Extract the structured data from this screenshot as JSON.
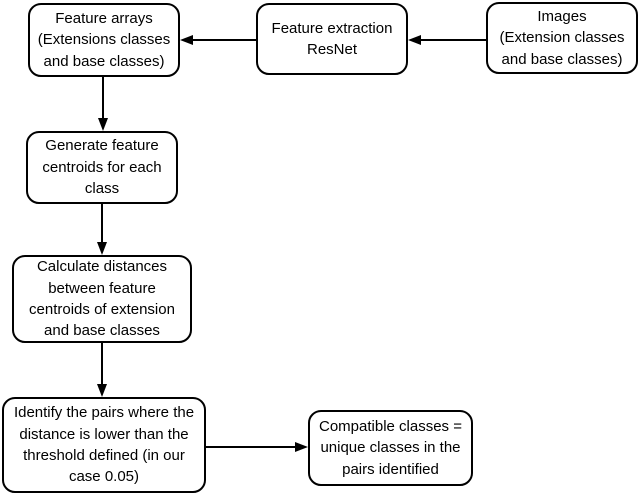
{
  "diagram": {
    "type": "flowchart",
    "colors": {
      "background": "#ffffff",
      "node_fill": "#ffffff",
      "stroke": "#000000",
      "text": "#000000"
    },
    "nodes": [
      {
        "id": "feature-arrays",
        "label": "Feature arrays\n(Extensions classes\nand base classes)"
      },
      {
        "id": "feature-extraction-resnet",
        "label": "Feature extraction\nResNet"
      },
      {
        "id": "images",
        "label": "Images\n(Extension classes\nand base classes)"
      },
      {
        "id": "generate-feature-centroids",
        "label": "Generate feature\ncentroids for each\nclass"
      },
      {
        "id": "calculate-distances",
        "label": "Calculate distances\nbetween feature\ncentroids of extension\nand base classes"
      },
      {
        "id": "identify-pairs",
        "label": "Identify the pairs where the\ndistance is lower than the\nthreshold defined (in our\ncase 0.05)"
      },
      {
        "id": "compatible-classes",
        "label": "Compatible classes =\nunique classes in the\npairs identified"
      }
    ],
    "edges": [
      {
        "from": "images",
        "to": "feature-extraction-resnet",
        "direction": "left"
      },
      {
        "from": "feature-extraction-resnet",
        "to": "feature-arrays",
        "direction": "left"
      },
      {
        "from": "feature-arrays",
        "to": "generate-feature-centroids",
        "direction": "down"
      },
      {
        "from": "generate-feature-centroids",
        "to": "calculate-distances",
        "direction": "down"
      },
      {
        "from": "calculate-distances",
        "to": "identify-pairs",
        "direction": "down"
      },
      {
        "from": "identify-pairs",
        "to": "compatible-classes",
        "direction": "right"
      }
    ]
  }
}
